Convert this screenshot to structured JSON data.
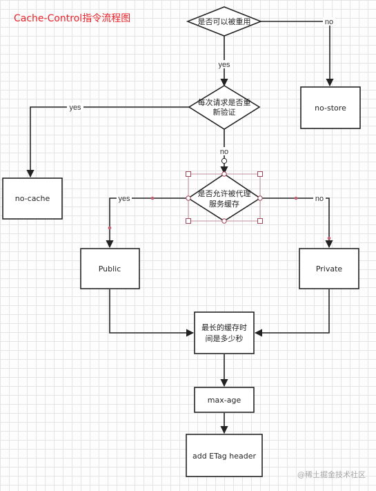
{
  "title": "Cache-Control指令流程图",
  "nodes": {
    "reusable": [
      "是否可以被重用"
    ],
    "revalidate": [
      "每次请求是否重",
      "新验证"
    ],
    "proxy_cache": [
      "是否允许被代理",
      "服务缓存"
    ],
    "no_store": "no-store",
    "no_cache": "no-cache",
    "public": "Public",
    "private": "Private",
    "max_time": [
      "最长的缓存时",
      "间是多少秒"
    ],
    "max_age": "max-age",
    "etag": "add ETag header"
  },
  "edges": {
    "reusable_no": "no",
    "reusable_yes": "yes",
    "revalidate_yes": "yes",
    "revalidate_no": "no",
    "proxy_yes": "yes",
    "proxy_no": "no"
  },
  "watermark": "@稀土掘金技术社区"
}
